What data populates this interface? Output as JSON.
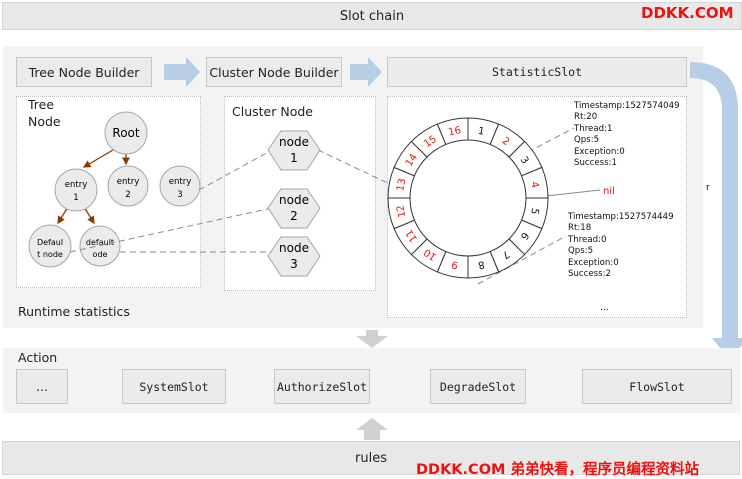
{
  "header": {
    "title": "Slot chain"
  },
  "watermark": {
    "top": "DDKK.COM",
    "bottom": "DDKK.COM 弟弟快看，程序员编程资料站"
  },
  "top_row": {
    "tree_node_builder": "Tree Node Builder",
    "cluster_node_builder": "Cluster Node Builder",
    "statistic_slot": "StatisticSlot"
  },
  "tree_panel": {
    "title_line1": "Tree",
    "title_line2": "Node",
    "root": "Root",
    "entry1": [
      "entry",
      "1"
    ],
    "entry2": [
      "entry",
      "2"
    ],
    "entry3": [
      "entry",
      "3"
    ],
    "default1": [
      "Defaul",
      "t node"
    ],
    "default2": [
      "default",
      "ode"
    ]
  },
  "cluster_panel": {
    "title": "Cluster Node",
    "node1": [
      "node",
      "1"
    ],
    "node2": [
      "node",
      "2"
    ],
    "node3": [
      "node",
      "3"
    ]
  },
  "ring": {
    "segments": [
      "1",
      "2",
      "3",
      "4",
      "5",
      "6",
      "7",
      "8",
      "9",
      "10",
      "11",
      "12",
      "13",
      "14",
      "15",
      "16"
    ],
    "red_segments": [
      "2",
      "4",
      "9",
      "10",
      "11",
      "12",
      "13",
      "14",
      "15",
      "16"
    ],
    "nil_label": "nil",
    "ellipsis": "..."
  },
  "info_top": [
    "Timestamp:1527574049",
    "Rt:20",
    "Thread:1",
    "Qps:5",
    "Exception:0",
    "Success:1"
  ],
  "info_bottom": [
    "Timestamp:1527574449",
    "Rt:18",
    "Thread:0",
    "Qps:5",
    "Exception:0",
    "Success:2"
  ],
  "runtime_statistics": "Runtime statistics",
  "side_label": "r",
  "action": {
    "title": "Action",
    "ellipsis": "...",
    "system_slot": "SystemSlot",
    "authorize_slot": "AuthorizeSlot",
    "degrade_slot": "DegradeSlot",
    "flow_slot": "FlowSlot"
  },
  "rules": "rules",
  "colors": {
    "arrow_blue": "#b8cde6",
    "accent_red": "#ee1111",
    "tree_arrow": "#8b3a00"
  }
}
